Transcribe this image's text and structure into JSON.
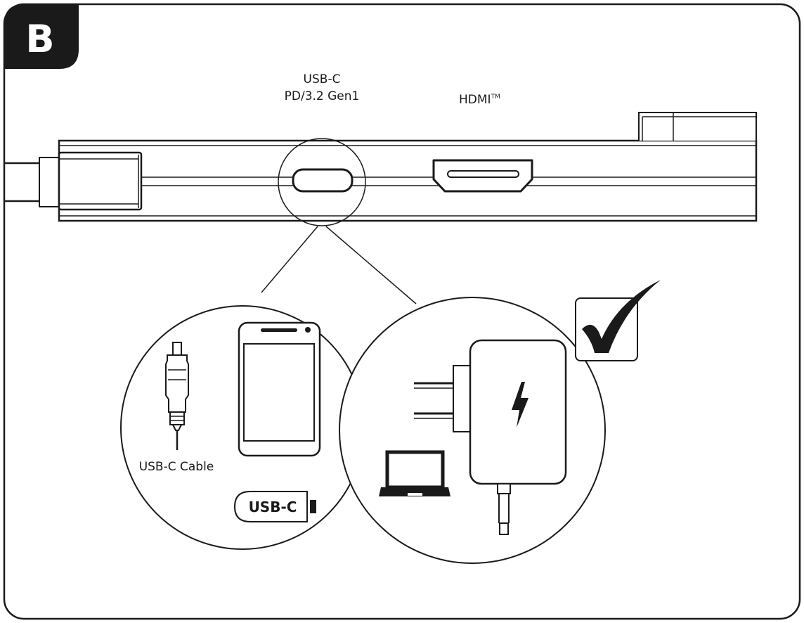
{
  "panel": {
    "badge": "B"
  },
  "port_labels": {
    "usbc_line1": "USB-C",
    "usbc_line2": "PD/3.2 Gen1",
    "hdmi": "HDMI",
    "hdmi_tm": "TM"
  },
  "left_circle": {
    "cable_label": "USB-C Cable",
    "battery_label": "USB-C"
  },
  "right_circle": {
    "status": "supported"
  },
  "icons": {
    "left": [
      "usb-c-cable-icon",
      "smartphone-icon",
      "usb-c-battery-icon"
    ],
    "right": [
      "power-adapter-icon",
      "laptop-icon",
      "checkmark-icon"
    ]
  }
}
